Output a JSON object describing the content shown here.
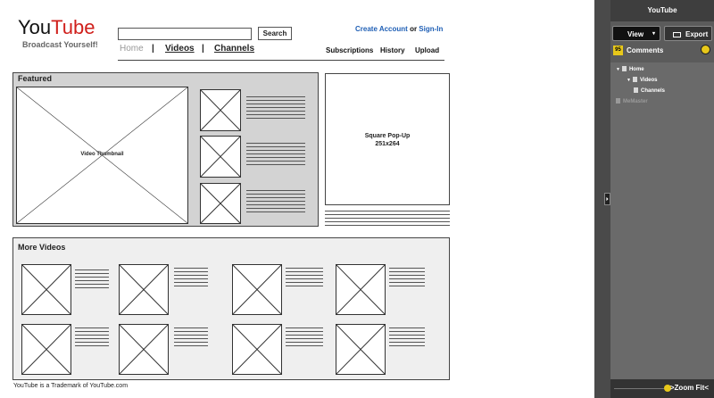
{
  "logo": {
    "you": "You",
    "tube": "Tube",
    "tagline": "Broadcast Yourself!"
  },
  "search": {
    "value": "",
    "button": "Search"
  },
  "account": {
    "create": "Create Account",
    "or": "or",
    "signin": "Sign-In"
  },
  "nav": {
    "home": "Home",
    "videos": "Videos",
    "channels": "Channels",
    "sep": "|"
  },
  "top_links": {
    "subscriptions": "Subscriptions",
    "history": "History",
    "upload": "Upload"
  },
  "featured": {
    "title": "Featured",
    "thumb_label": "Video Thumbnail"
  },
  "popup": {
    "line1": "Square Pop-Up",
    "line2": "251x264"
  },
  "more_videos": {
    "title": "More Videos"
  },
  "footer": {
    "text": "YouTube is a Trademark of YouTube.com"
  },
  "app": {
    "title": "YouTube",
    "view_button": "View",
    "export_button": "Export",
    "comments_count": "95",
    "comments_label": "Comments",
    "tree": {
      "home": "Home",
      "videos": "Videos",
      "channels": "Channels",
      "master": "MeMaster"
    },
    "zoom_label": ">Zoom Fit<",
    "colors": {
      "accent": "#e8c81a",
      "panel": "#5b5b5b",
      "logo_red": "#d0201c",
      "link_blue": "#1f5fb5"
    }
  }
}
